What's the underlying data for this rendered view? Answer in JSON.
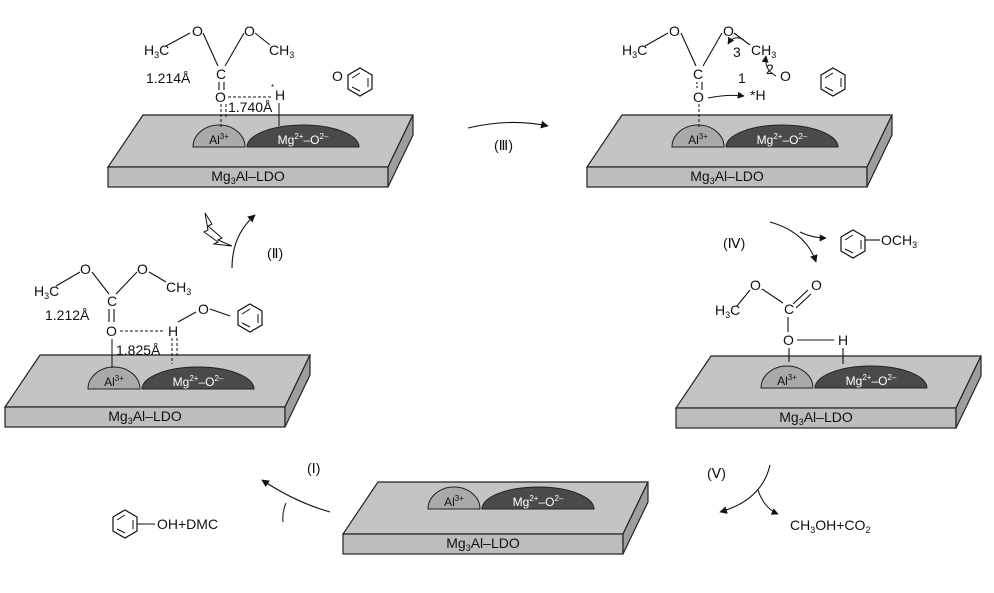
{
  "slab_label": {
    "pre": "Mg",
    "sub": "3",
    "post": "Al–LDO"
  },
  "sites": {
    "al": {
      "base": "Al",
      "sup": "3+"
    },
    "mg": {
      "base": "Mg",
      "sup": "2+",
      "mid": "–O",
      "sup2": "2–"
    }
  },
  "steps": [
    "(Ⅰ)",
    "(Ⅱ)",
    "(Ⅲ)",
    "(Ⅳ)",
    "(Ⅴ)"
  ],
  "distances": [
    "1.214Å",
    "1.740Å",
    "1.212Å",
    "1.825Å"
  ],
  "atoms": {
    "C": "C",
    "O": "O",
    "H": "H",
    "Hstar": "*H",
    "star": "*",
    "CH3_C": "CH",
    "CH3_sub": "3",
    "H3C_H": "H",
    "H3C_sub": "3",
    "H3C_C": "C"
  },
  "arrow_numbers": [
    "1",
    "2",
    "3"
  ],
  "reagents": {
    "phenol_dmc": "OH+DMC",
    "methoxy": "OCH",
    "methoxy_sub": "3"
  },
  "products": {
    "pre": "CH",
    "sub1": "3",
    "mid": "OH+CO",
    "sub2": "2"
  }
}
